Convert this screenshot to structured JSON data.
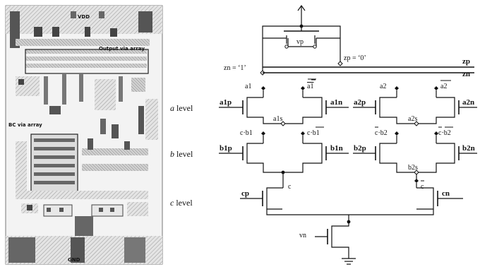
{
  "layout": {
    "vdd_label": "VDD",
    "gnd_label": "GND",
    "output_via_label": "Output via array",
    "bc_via_label": "BC via array"
  },
  "levels": [
    {
      "letter": "a",
      "word": "level"
    },
    {
      "letter": "b",
      "word": "level"
    },
    {
      "letter": "c",
      "word": "level"
    }
  ],
  "schematic": {
    "zn_value": "zn = ‘1’",
    "zp_value": "zp = ‘0’",
    "zp_rail": "zp",
    "zn_rail": "zn",
    "vp": "vp",
    "vn": "vn",
    "a1": "a1",
    "a1bar": "a1",
    "a2": "a2",
    "a2bar": "a2",
    "a1s": "a1s",
    "a2s": "a2s",
    "a1p": "a1p",
    "a1n": "a1n",
    "a2p": "a2p",
    "a2n": "a2n",
    "cb1": "c·b1",
    "cb1bar_c": "c·",
    "cb1bar_b": "b1",
    "cbar_b2_c": "c",
    "cbar_b2_rest": "·b2",
    "cbar_b2bar_c": "c",
    "cbar_b2bar_dot": "·",
    "cbar_b2bar_b": "b2",
    "b1p": "b1p",
    "b1n": "b1n",
    "b2p": "b2p",
    "b2n": "b2n",
    "b2s": "b2s",
    "c": "c",
    "cbar": "c",
    "cp": "cp",
    "cn": "cn"
  }
}
